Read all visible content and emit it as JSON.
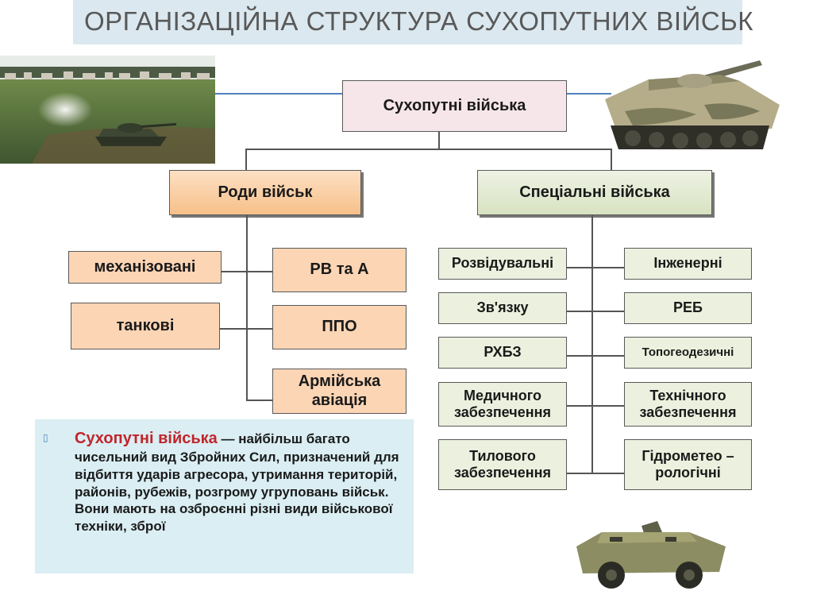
{
  "title": "ОРГАНІЗАЦІЙНА СТРУКТУРА СУХОПУТНИХ ВІЙСЬК",
  "root": "Сухопутні війська",
  "branches": {
    "rody": {
      "label": "Роди військ",
      "left_items": [
        "механізовані",
        "танкові"
      ],
      "right_items": [
        "РВ та А",
        "ППО",
        "Армійська авіація"
      ]
    },
    "spec": {
      "label": "Спеціальні війська",
      "left_items": [
        "Розвідувальні",
        "Зв'язку",
        "РХБЗ",
        "Медичного забезпечення",
        "Тилового забезпечення"
      ],
      "right_items": [
        "Інженерні",
        "РЕБ",
        "Топогеодезичні",
        "Технічного забезпечення",
        "Гідрометео – рологічні"
      ]
    }
  },
  "info": {
    "bullet": "▯",
    "term": "Сухопутні війська",
    "text": " — найбільш багато чисельний вид Збройних Сил, призначений для відбиття ударів агресора, утримання територій, районів, рубежів, розгрому угруповань військ. Вони мають на озброєнні різні види військової техніки, зброї"
  },
  "photos": {
    "field_exercise": "tank-field-photo",
    "bmp": "bmp-vehicle-photo",
    "brdm": "brdm-vehicle-photo"
  },
  "colors": {
    "title_bar": "#dbe8ef",
    "accent_line": "#4f81bd",
    "peach": "#fcd5b5",
    "green": "#ebf1de",
    "info_bg": "#daeef3",
    "term_red": "#c0262b"
  }
}
